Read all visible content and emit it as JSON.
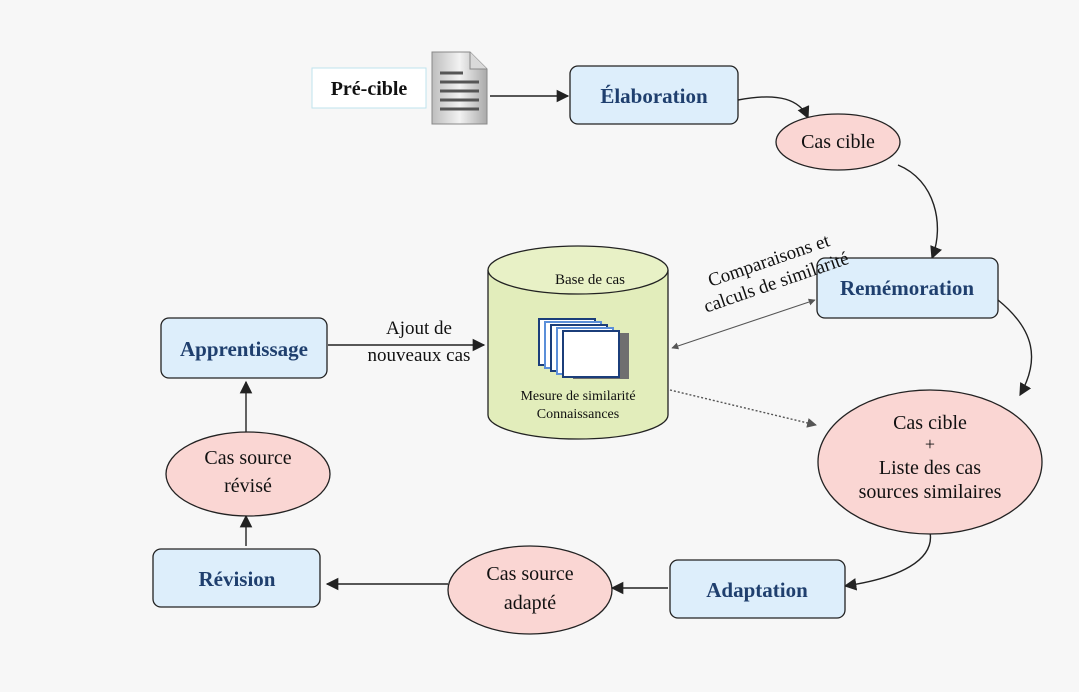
{
  "precible": {
    "label": "Pré-cible",
    "icon": "document-icon"
  },
  "processes": {
    "elaboration": "Élaboration",
    "rememoration": "Remémoration",
    "adaptation": "Adaptation",
    "revision": "Révision",
    "apprentissage": "Apprentissage"
  },
  "states": {
    "cas_cible": "Cas cible",
    "cible_liste": [
      "Cas cible",
      "+",
      "Liste des cas",
      "sources similaires"
    ],
    "source_adapte": [
      "Cas source",
      "adapté"
    ],
    "source_revise": [
      "Cas source",
      "révisé"
    ]
  },
  "base": {
    "title": "Base de cas",
    "icon": "case-documents-icon",
    "line1": "Mesure de similarité",
    "line2": "Connaissances"
  },
  "edges": {
    "ajout": [
      "Ajout de",
      "nouveaux cas"
    ],
    "comparaisons": [
      "Comparaisons et",
      "calculs de similarité"
    ]
  },
  "colors": {
    "process_fill": "#ddeefb",
    "process_text": "#1f3f6e",
    "state_fill": "#fad6d3",
    "cylinder_fill": "#e2edbb",
    "stroke": "#222222",
    "background": "#f7f7f7"
  }
}
